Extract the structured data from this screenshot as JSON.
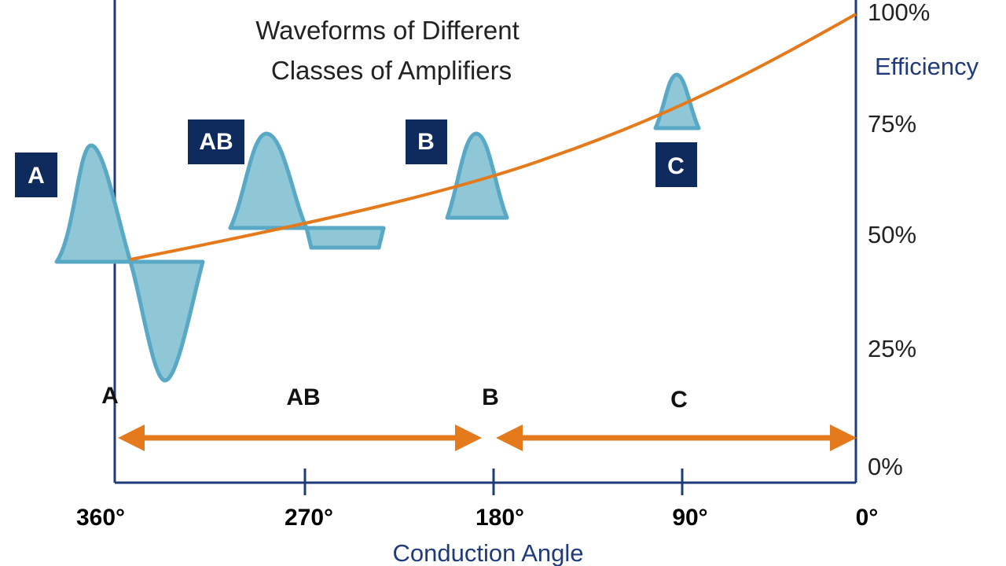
{
  "title_line1": "Waveforms of Different",
  "title_line2": "Classes of Amplifiers",
  "x_axis": {
    "title": "Conduction Angle",
    "ticks": [
      "360°",
      "270°",
      "180°",
      "90°",
      "0°"
    ]
  },
  "y_axis": {
    "title": "Efficiency",
    "ticks": [
      "100%",
      "75%",
      "50%",
      "25%",
      "0%"
    ]
  },
  "regions": {
    "a": "A",
    "ab": "AB",
    "b": "B",
    "c": "C"
  },
  "badges": {
    "a": "A",
    "ab": "AB",
    "b": "B",
    "c": "C"
  },
  "colors": {
    "axis": "#1f3b7a",
    "curve": "#e57a1c",
    "wave_fill": "#8fc7d7",
    "wave_stroke": "#58a8c6",
    "badge": "#0f2a5c"
  }
}
